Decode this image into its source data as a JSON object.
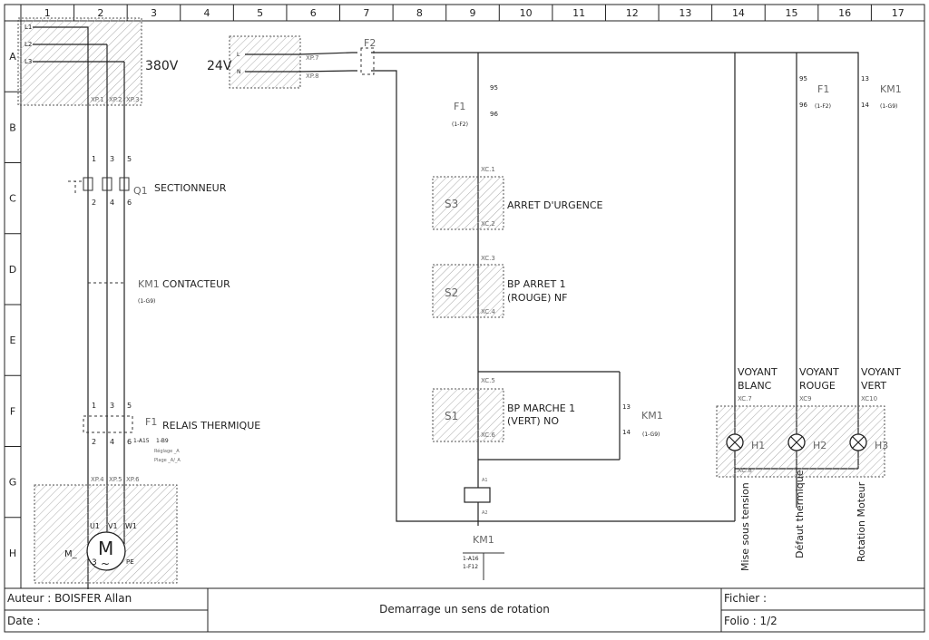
{
  "columns": [
    "1",
    "2",
    "3",
    "4",
    "5",
    "6",
    "7",
    "8",
    "9",
    "10",
    "11",
    "12",
    "13",
    "14",
    "15",
    "16",
    "17"
  ],
  "rows": [
    "A",
    "B",
    "C",
    "D",
    "E",
    "F",
    "G",
    "H"
  ],
  "labels": {
    "v380": "380V",
    "v24": "24V",
    "L1": "L1",
    "L2": "L2",
    "L3": "L3",
    "L": "L",
    "N": "N",
    "xp1": "XP.1",
    "xp2": "XP.2",
    "xp3": "XP.3",
    "xp4": "XP.4",
    "xp5": "XP.5",
    "xp6": "XP.6",
    "xp7": "XP.7",
    "xp8": "XP.8",
    "q1": "Q1",
    "sectionneur": "SECTIONNEUR",
    "km1": "KM1",
    "contacteur": "CONTACTEUR",
    "km1_ref": "(1-G9)",
    "f1": "F1",
    "relais": "RELAIS THERMIQUE",
    "f1_a15": "1-A15",
    "f1_b9": "1-B9",
    "reglage": "Réglage _A",
    "plage": "Plage _A/_A",
    "f2": "F2",
    "f1_ref": "(1-F2)",
    "n95": "95",
    "n96": "96",
    "n13": "13",
    "n14": "14",
    "n1": "1",
    "n2": "2",
    "n3": "3",
    "n4": "4",
    "n5": "5",
    "n6": "6",
    "xc1": "XC.1",
    "xc2": "XC.2",
    "xc3": "XC.3",
    "xc4": "XC.4",
    "xc5": "XC.5",
    "xc6": "XC.6",
    "xc7": "XC.7",
    "xc8": "XC.8",
    "xc9": "XC9",
    "xc10": "XC10",
    "s3": "S3",
    "arret_urgence": "ARRET D'URGENCE",
    "s2": "S2",
    "bp_arret_1": "BP ARRET 1",
    "bp_arret_2": "(ROUGE) NF",
    "s1": "S1",
    "bp_marche_1": "BP MARCHE 1",
    "bp_marche_2": "(VERT) NO",
    "km1_coil_a16": "1-A16",
    "km1_coil_f12": "1-F12",
    "a1": "A1",
    "a2": "A2",
    "voyant_blanc_1": "VOYANT",
    "voyant_blanc_2": "BLANC",
    "voyant_rouge_1": "VOYANT",
    "voyant_rouge_2": "ROUGE",
    "voyant_vert_1": "VOYANT",
    "voyant_vert_2": "VERT",
    "h1": "H1",
    "h2": "H2",
    "h3": "H3",
    "mise_sous_tension": "Mise sous tension",
    "defaut_thermique": "Défaut thermique",
    "rotation_moteur": "Rotation Moteur",
    "motor_m": "M",
    "motor_3": "3",
    "motor_tilde": "~",
    "motor_pe": "PE",
    "motor_label": "M_",
    "u1": "U1",
    "v1": "V1",
    "w1": "W1"
  },
  "title_block": {
    "auteur": "Auteur : BOISFER Allan",
    "date": "Date :",
    "title": "Demarrage un sens de rotation",
    "fichier": "Fichier :",
    "folio": "Folio : 1/2"
  }
}
